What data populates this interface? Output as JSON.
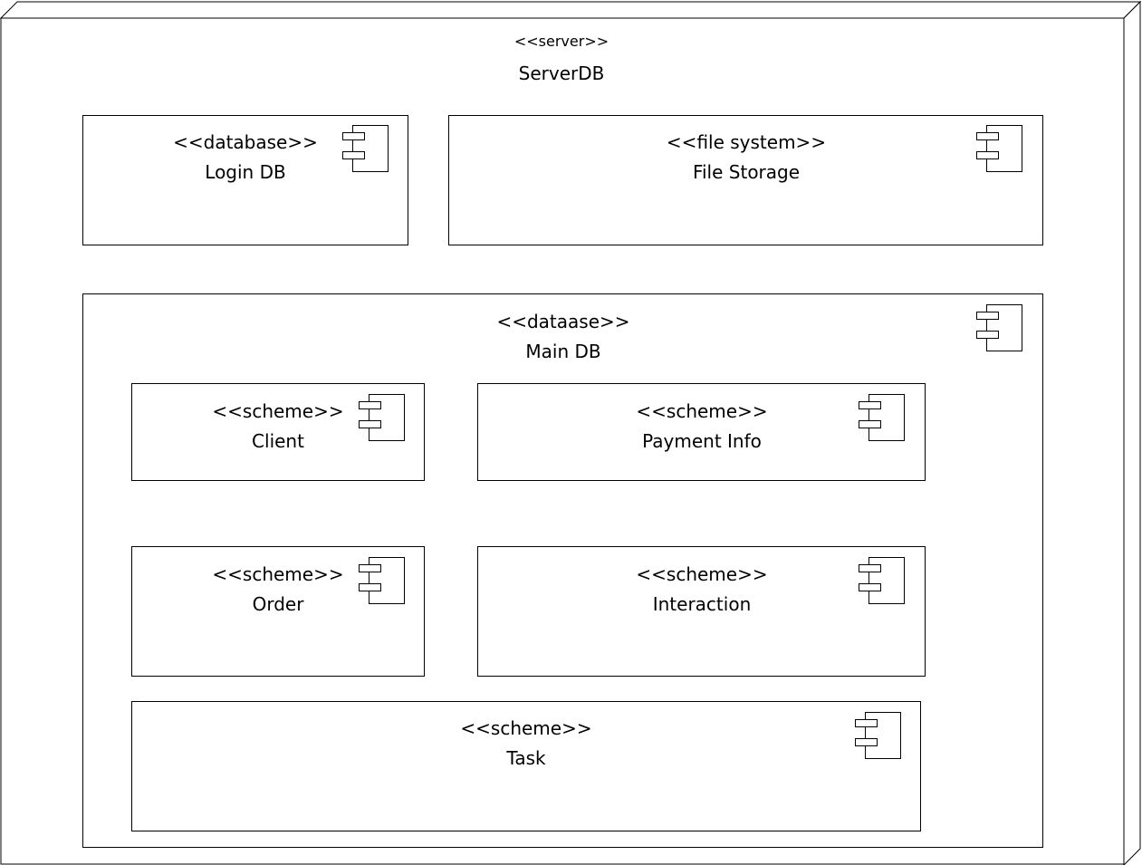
{
  "diagram_type": "UML deployment diagram",
  "node": {
    "stereotype": "<<server>>",
    "name": "ServerDB"
  },
  "components": {
    "login_db": {
      "stereotype": "<<database>>",
      "name": "Login DB",
      "icon": "component-icon"
    },
    "file_storage": {
      "stereotype": "<<file system>>",
      "name": "File Storage",
      "icon": "component-icon"
    },
    "main_db": {
      "stereotype": "<<dataase>>",
      "name": "Main DB",
      "icon": "component-icon",
      "schemes": {
        "client": {
          "stereotype": "<<scheme>>",
          "name": "Client",
          "icon": "component-icon"
        },
        "payment_info": {
          "stereotype": "<<scheme>>",
          "name": "Payment Info",
          "icon": "component-icon"
        },
        "order": {
          "stereotype": "<<scheme>>",
          "name": "Order",
          "icon": "component-icon"
        },
        "interaction": {
          "stereotype": "<<scheme>>",
          "name": "Interaction",
          "icon": "component-icon"
        },
        "task": {
          "stereotype": "<<scheme>>",
          "name": "Task",
          "icon": "component-icon"
        }
      }
    }
  },
  "colors": {
    "stroke": "#000000",
    "fill": "#ffffff"
  }
}
